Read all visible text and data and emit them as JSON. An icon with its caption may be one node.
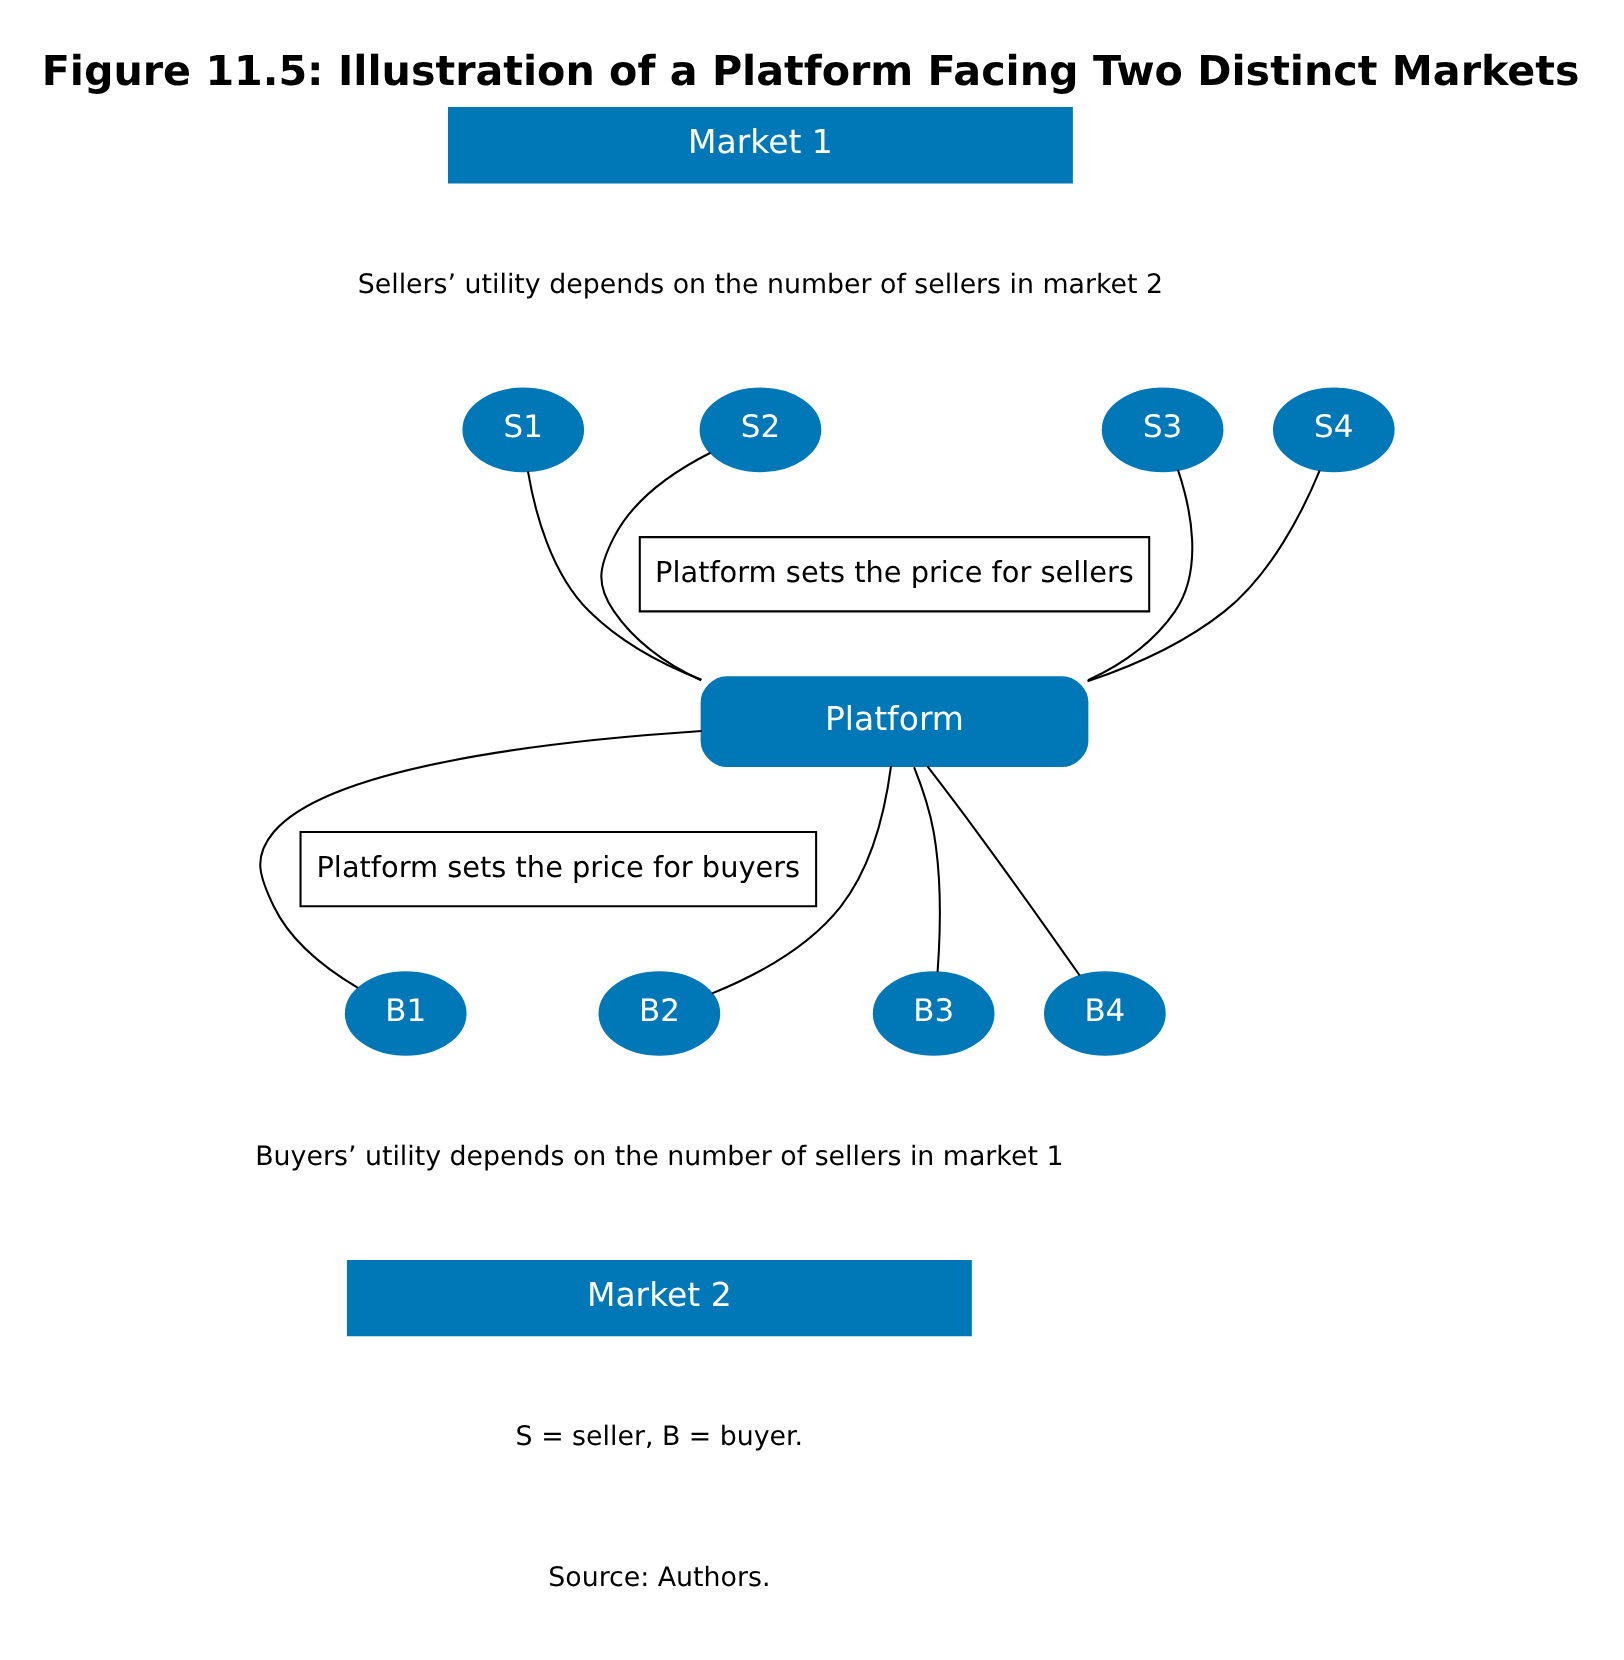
{
  "diagram": {
    "title": "Figure 11.5: Illustration of a Platform Facing Two Distinct Markets",
    "nodes": [
      {
        "text": [
          "Market 1"
        ]
      },
      {
        "text": [
          "S1"
        ]
      },
      {
        "text": [
          "S2"
        ]
      },
      {
        "text": [
          "S3"
        ]
      },
      {
        "text": [
          "S4"
        ]
      },
      {
        "text": [
          "Platform sets the price for sellers"
        ]
      },
      {
        "text": [
          "Platform"
        ]
      },
      {
        "text": [
          "Platform sets the price for buyers"
        ]
      },
      {
        "text": [
          "B1"
        ]
      },
      {
        "text": [
          "B2"
        ]
      },
      {
        "text": [
          "B3"
        ]
      },
      {
        "text": [
          "B4"
        ]
      },
      {
        "text": [
          "Market 2"
        ]
      }
    ],
    "edges": [
      {
        "from": 1,
        "to": 6,
        "arrow": "none"
      },
      {
        "from": 2,
        "to": 6,
        "arrow": "none"
      },
      {
        "from": 3,
        "to": 6,
        "arrow": "none"
      },
      {
        "from": 4,
        "to": 6,
        "arrow": "none"
      },
      {
        "from": 6,
        "to": 8,
        "arrow": "none"
      },
      {
        "from": 6,
        "to": 9,
        "arrow": "none"
      },
      {
        "from": 6,
        "to": 10,
        "arrow": "none"
      },
      {
        "from": 6,
        "to": 11,
        "arrow": "none"
      }
    ],
    "labels": [
      "Sellers’ utility depends on the number of sellers in market 2",
      "Buyers’ utility depends on the number of sellers in market 1",
      "S = seller, B = buyer.",
      "Source: Authors."
    ]
  }
}
